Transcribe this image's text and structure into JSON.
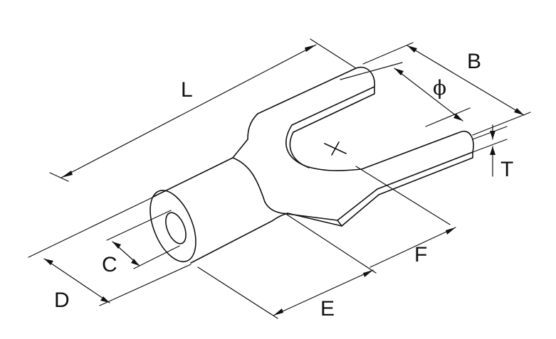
{
  "labels": {
    "L": "L",
    "B": "B",
    "phi": "ϕ",
    "T": "T",
    "C": "C",
    "D": "D",
    "E": "E",
    "F": "F"
  },
  "colors": {
    "line": "#111111",
    "background": "#ffffff"
  }
}
